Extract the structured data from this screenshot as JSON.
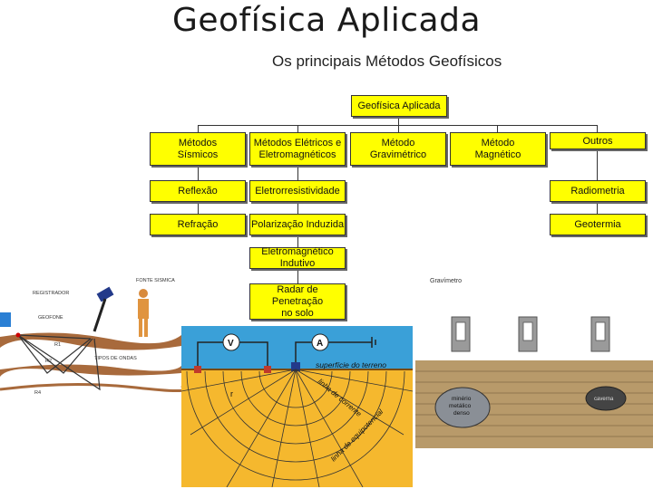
{
  "slide": {
    "title": "Geofísica Aplicada",
    "subtitle": "Os principais Métodos Geofísicos"
  },
  "boxes": {
    "root": "Geofísica Aplicada",
    "sismicos": "Métodos\nSísmicos",
    "eletricos": "Métodos Elétricos e\nEletromagnéticos",
    "gravimetrico": "Método\nGravimétrico",
    "magnetico": "Método\nMagnético",
    "outros": "Outros",
    "reflexao": "Reflexão",
    "refracao": "Refração",
    "eletrorresistividade": "Eletrorresistividade",
    "polarizacao": "Polarização Induzida",
    "eletromag_indutivo": "Eletromagnético Indutivo",
    "radar": "Radar de Penetração\nno solo",
    "radiometria": "Radiometria",
    "geotermia": "Geotermia"
  },
  "seismic_figure": {
    "fonte": "FONTE SISMICA",
    "registrador": "REGISTRADOR",
    "geofone": "GEOFONE",
    "r1": "R1",
    "r2": "R2",
    "r4": "R4",
    "tipos": "TIPOS DE ONDAS"
  },
  "electric_figure": {
    "v": "V",
    "a": "A",
    "superficie": "superfície do terreno",
    "r": "r",
    "corrente": "linha de corrente",
    "equipotencial": "linha de equipotencial"
  },
  "gravity_figure": {
    "label": "Gravímetro",
    "minerio": "minério\nmetálico\ndenso",
    "caverna": "caverna"
  },
  "colors": {
    "box_fill": "#ffff00",
    "line": "#333333",
    "ground_orange": "#f5b82e",
    "sky_blue": "#3aa0d8"
  }
}
